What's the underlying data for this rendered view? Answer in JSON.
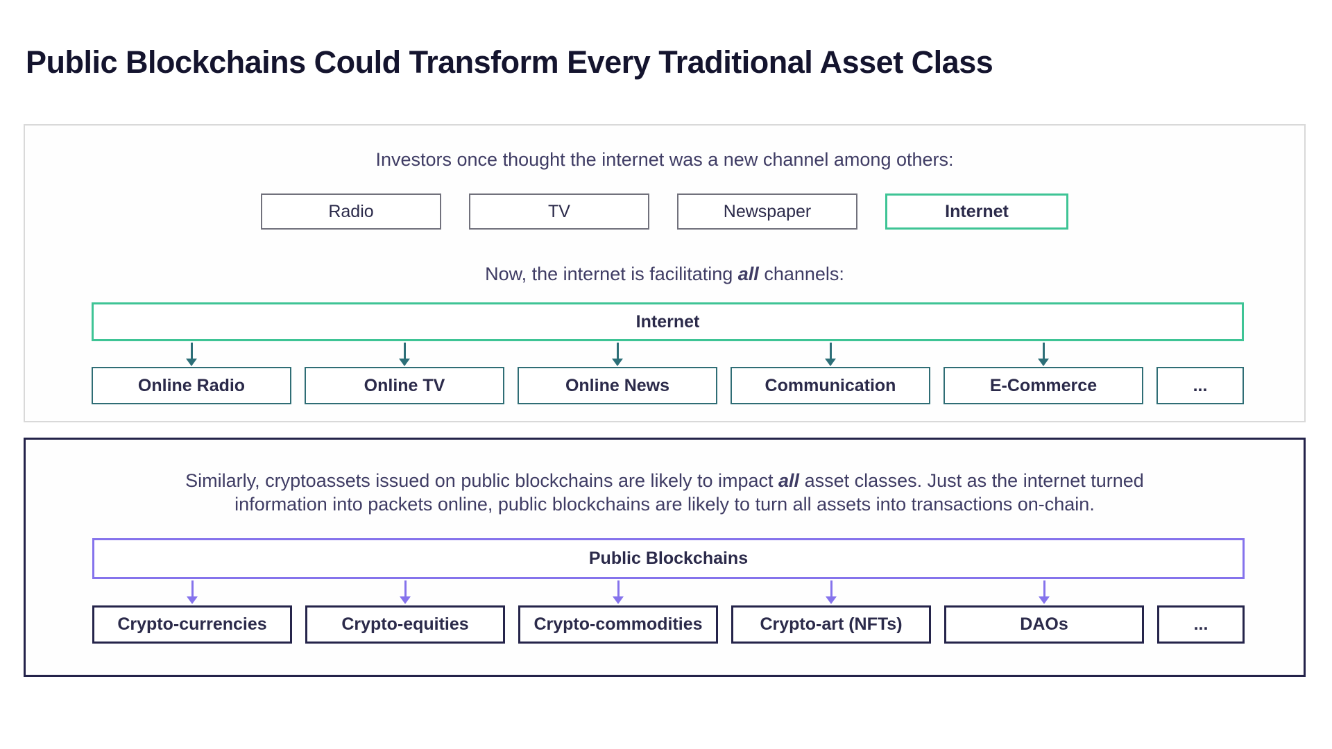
{
  "page_title": "Public Blockchains Could Transform Every Traditional Asset Class",
  "internet_panel": {
    "intro": "Investors once thought the internet was a new channel among others:",
    "channels": [
      "Radio",
      "TV",
      "Newspaper",
      "Internet"
    ],
    "now_line": {
      "prefix": "Now, the internet is facilitating ",
      "emphasis": "all",
      "suffix": " channels:"
    },
    "hub_label": "Internet",
    "children": [
      "Online Radio",
      "Online TV",
      "Online News",
      "Communication",
      "E-Commerce",
      "..."
    ]
  },
  "blockchain_panel": {
    "intro": {
      "line1_prefix": "Similarly, cryptoassets issued on public blockchains are likely to impact ",
      "line1_emphasis": "all",
      "line1_suffix": " asset classes. Just as the internet turned",
      "line2": "information into packets online, public blockchains are likely to turn all assets into transactions on-chain."
    },
    "hub_label": "Public Blockchains",
    "children": [
      "Crypto-currencies",
      "Crypto-equities",
      "Crypto-commodities",
      "Crypto-art (NFTs)",
      "DAOs",
      "..."
    ]
  },
  "colors": {
    "title_text": "#14142e",
    "body_text": "#3f3c64",
    "box_text": "#2b2a4a",
    "green_accent": "#3ec495",
    "teal_arrow": "#2d6f78",
    "teal_box_border": "#2f6d75",
    "gray_box_border": "#71717c",
    "panel1_border": "#d9d9d9",
    "navy_border": "#24234a",
    "purple_accent": "#8573ec"
  }
}
